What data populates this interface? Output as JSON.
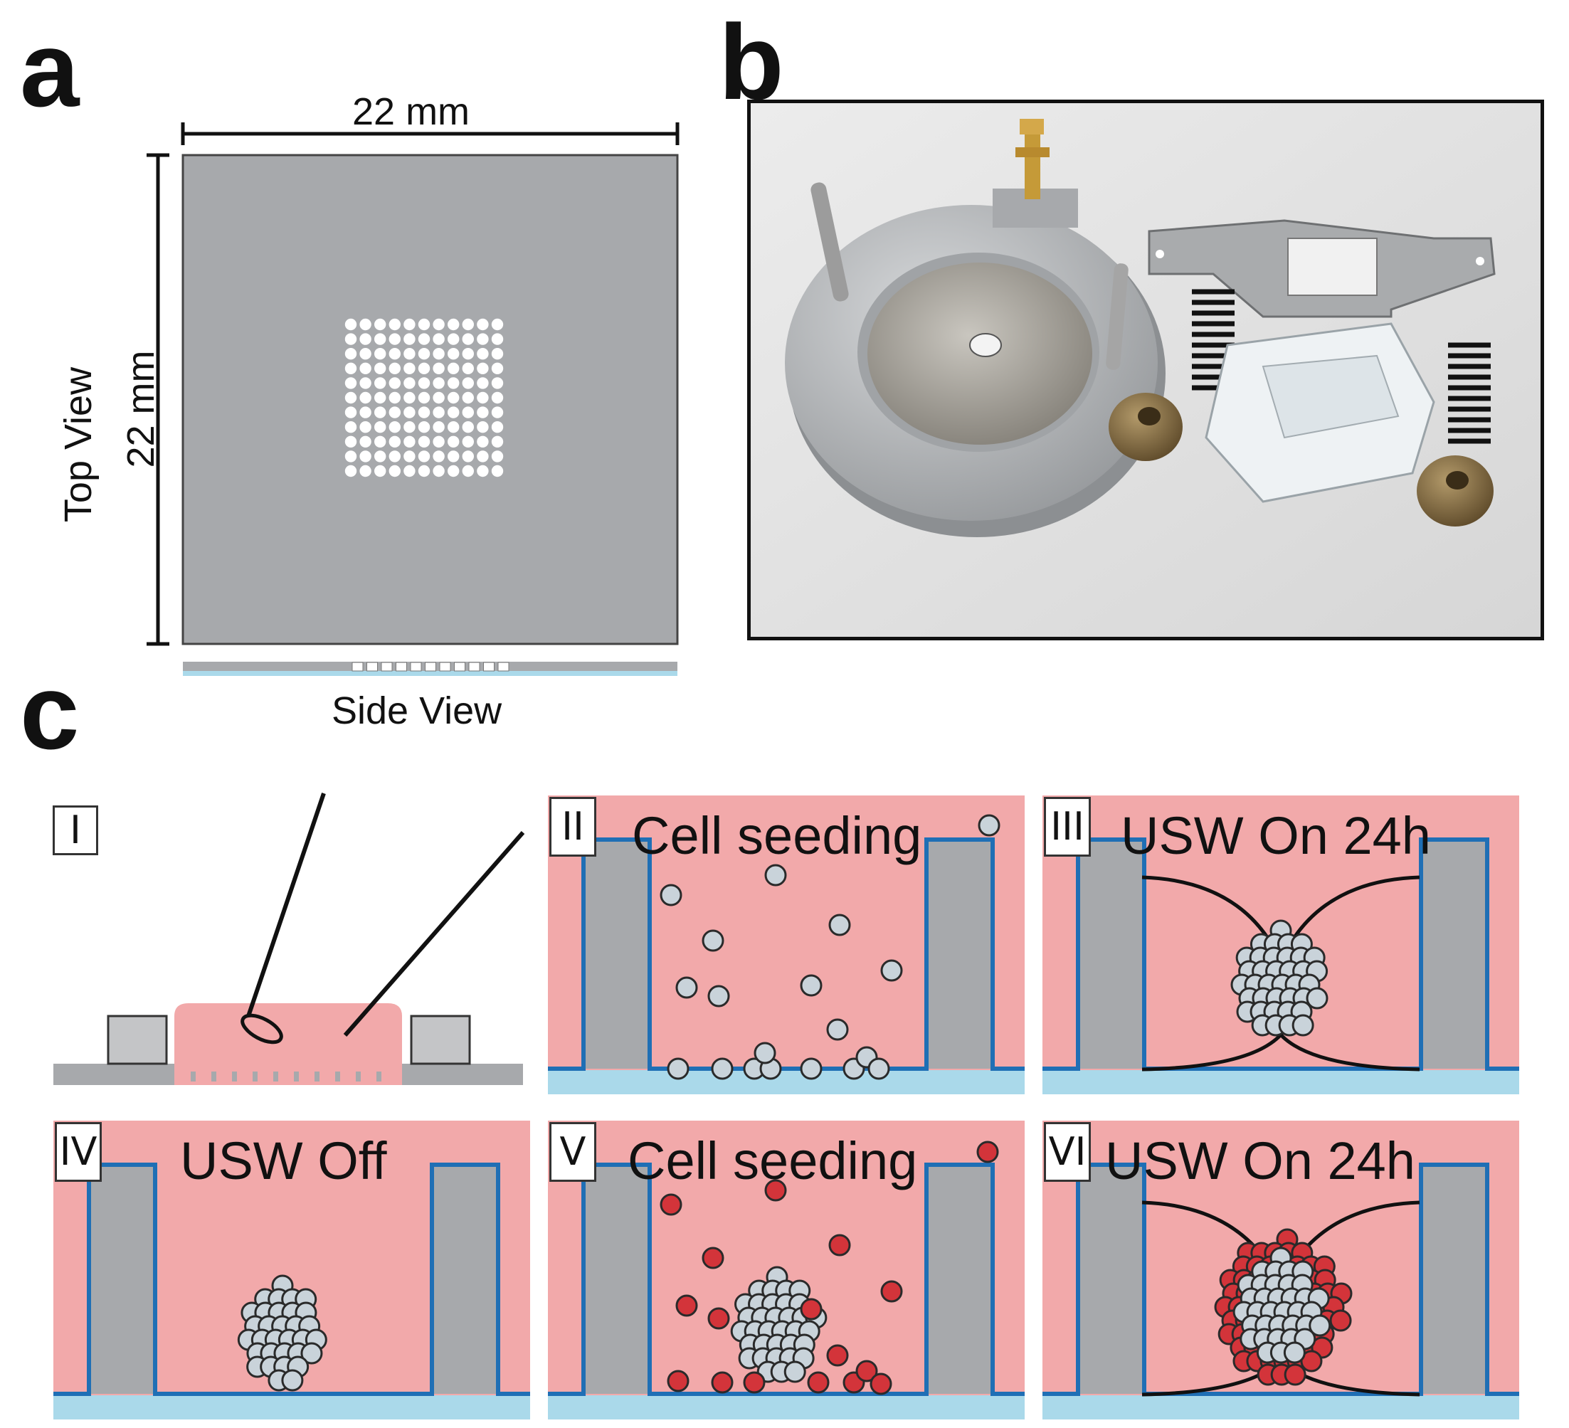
{
  "panels": {
    "a": {
      "letter": "a",
      "width_label": "22 mm",
      "height_label": "22 mm",
      "top_view_label": "Top View",
      "side_view_label": "Side View",
      "well_grid": {
        "rows": 11,
        "cols": 11
      }
    },
    "b": {
      "letter": "b"
    },
    "c": {
      "letter": "c",
      "steps": [
        {
          "numeral": "I",
          "title": ""
        },
        {
          "numeral": "II",
          "title": "Cell seeding"
        },
        {
          "numeral": "III",
          "title": "USW On 24h"
        },
        {
          "numeral": "IV",
          "title": "USW Off"
        },
        {
          "numeral": "V",
          "title": "Cell seeding"
        },
        {
          "numeral": "VI",
          "title": "USW On 24h"
        }
      ]
    }
  },
  "colors": {
    "medium": "#f2a9aa",
    "substrate": "#a7a9ac",
    "base": "#aad9ea",
    "wall": "#1f6fb5",
    "cell_grey": "#c9d3da",
    "cell_red": "#d3343a"
  }
}
